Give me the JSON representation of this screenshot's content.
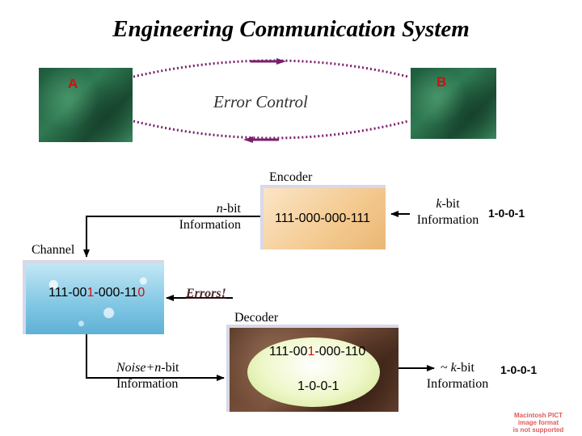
{
  "title": "Engineering Communication System",
  "node_a": "A",
  "node_b": "B",
  "error_control": "Error Control",
  "encoder": {
    "label": "Encoder",
    "input_label_prefix": "n",
    "input_label_suffix": "-bit",
    "input_label_line2": "Information",
    "codeword": "111-000-000-111",
    "source_label_prefix": "k",
    "source_label_suffix": "-bit",
    "source_label_line2": "Information",
    "source_bits": "1-0-0-1"
  },
  "channel": {
    "label": "Channel",
    "received_parts": [
      "111-00",
      "1",
      "-000-11",
      "0"
    ],
    "errors_label": "Errors!"
  },
  "decoder": {
    "label": "Decoder",
    "received_parts": [
      "111-00",
      "1",
      "-000-110"
    ],
    "decoded": "1-0-0-1",
    "noise_label_a": "Noise+",
    "noise_label_b": "n",
    "noise_label_c": "-bit",
    "noise_label_line2": "Information",
    "output_label_prefix": "~ ",
    "output_label_k": "k",
    "output_label_suffix": "-bit",
    "output_label_line2": "Information",
    "output_bits": "1-0-0-1"
  },
  "pict_notice": [
    "Macintosh PICT",
    "image format",
    "is not supported"
  ],
  "colors": {
    "node_label": "#cc1111",
    "dotted_arrow": "#7a1f6e",
    "error_digit": "#cc1111"
  }
}
